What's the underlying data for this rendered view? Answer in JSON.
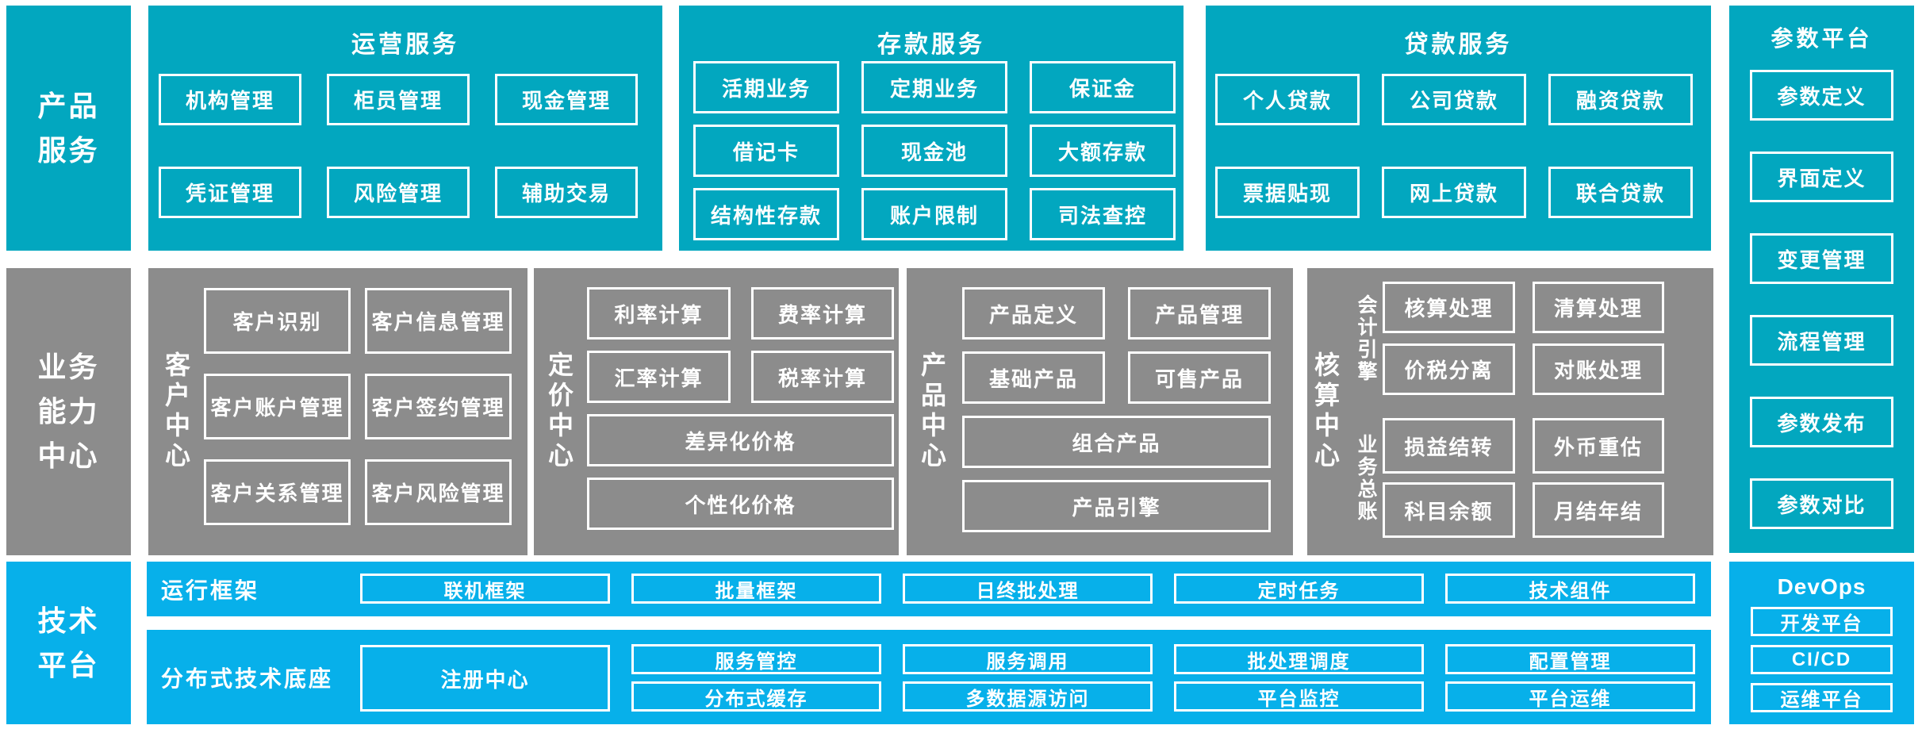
{
  "colors": {
    "teal": "#02a7bf",
    "gray": "#8c8c8c",
    "blue": "#07b0ea",
    "text": "#ffffff",
    "background": "#ffffff"
  },
  "rails": {
    "product": "产品\n服务",
    "capability": "业务\n能力\n中心",
    "tech": "技术\n平台"
  },
  "top_sections": [
    {
      "title": "运营服务",
      "items": [
        "机构管理",
        "柜员管理",
        "现金管理",
        "凭证管理",
        "风险管理",
        "辅助交易"
      ]
    },
    {
      "title": "存款服务",
      "items": [
        "活期业务",
        "定期业务",
        "保证金",
        "借记卡",
        "现金池",
        "大额存款",
        "结构性存款",
        "账户限制",
        "司法查控"
      ]
    },
    {
      "title": "贷款服务",
      "items": [
        "个人贷款",
        "公司贷款",
        "融资贷款",
        "票据贴现",
        "网上贷款",
        "联合贷款"
      ]
    }
  ],
  "param_platform": {
    "title": "参数平台",
    "items": [
      "参数定义",
      "界面定义",
      "变更管理",
      "流程管理",
      "参数发布",
      "参数对比"
    ]
  },
  "capability_centers": {
    "customer": {
      "label": "客户中心",
      "items": [
        "客户识别",
        "客户信息管理",
        "客户账户管理",
        "客户签约管理",
        "客户关系管理",
        "客户风险管理"
      ]
    },
    "pricing": {
      "label": "定价中心",
      "items": [
        "利率计算",
        "费率计算",
        "汇率计算",
        "税率计算"
      ],
      "wide_items": [
        "差异化价格",
        "个性化价格"
      ]
    },
    "product": {
      "label": "产品中心",
      "items": [
        "产品定义",
        "产品管理",
        "基础产品",
        "可售产品"
      ],
      "wide_items": [
        "组合产品",
        "产品引擎"
      ]
    },
    "accounting": {
      "label": "核算中心",
      "groups": [
        {
          "label": "会计引擎",
          "items": [
            "核算处理",
            "清算处理",
            "价税分离",
            "对账处理"
          ]
        },
        {
          "label": "业务总账",
          "items": [
            "损益结转",
            "外币重估",
            "科目余额",
            "月结年结"
          ]
        }
      ]
    }
  },
  "tech_platform": {
    "runtime": {
      "label": "运行框架",
      "items": [
        "联机框架",
        "批量框架",
        "日终批处理",
        "定时任务",
        "技术组件"
      ]
    },
    "distributed": {
      "label": "分布式技术底座",
      "registry": "注册中心",
      "items": [
        "服务管控",
        "服务调用",
        "批处理调度",
        "配置管理",
        "分布式缓存",
        "多数据源访问",
        "平台监控",
        "平台运维"
      ]
    }
  },
  "devops": {
    "title": "DevOps",
    "items": [
      "开发平台",
      "CI/CD",
      "运维平台"
    ]
  }
}
